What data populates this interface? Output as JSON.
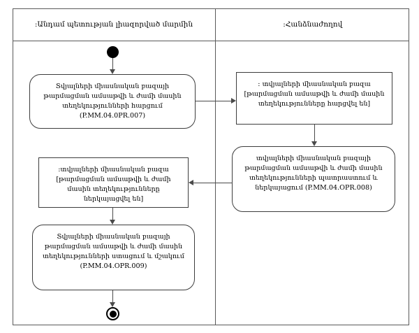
{
  "diagram": {
    "type": "uml-activity-diagram",
    "lanes": [
      {
        "id": "left",
        "title": ":Անդամ պետության լիազորված մարմին"
      },
      {
        "id": "right",
        "title": ":Հանձնաժողով"
      }
    ],
    "nodes": [
      {
        "id": "start",
        "kind": "initial-node",
        "lane": "left",
        "label": ""
      },
      {
        "id": "activity-007",
        "kind": "activity",
        "lane": "left",
        "text": "Տվյալների միասնական բազայի թարմացման ամսաթվի և ժամի մասին տեղեկությունների հարցում (P.MM.04.0PR.007)",
        "code": "P.MM.04.0PR.007"
      },
      {
        "id": "object-requested",
        "kind": "object-node",
        "lane": "right",
        "text": ": տվյալների միասնական բազա [թարմացման ամսաթվի և ժամի մասին տեղեկությունները հարցվել են]"
      },
      {
        "id": "activity-008",
        "kind": "activity",
        "lane": "right",
        "text": "տվյալների միասնական բազայի թարմացման ամսաթվի և ժամի մասին տեղեկությունների պատրաստում և ներկայացում (P.MM.04.OPR.008)",
        "code": "P.MM.04.OPR.008"
      },
      {
        "id": "object-presented",
        "kind": "object-node",
        "lane": "left",
        "text": ":տվյալների միասնական բազա [թարմացման ամսաթվի և ժամի մասին տեղեկությունները ներկայացվել են]"
      },
      {
        "id": "activity-009",
        "kind": "activity",
        "lane": "left",
        "text": "Տվյալների միասնական բազայի թարմացման ամսաթվի և ժամի մասին տեղեկությունների ստացում և մշակում (P.MM.04.OPR.009)",
        "code": "P.MM.04.OPR.009"
      },
      {
        "id": "end",
        "kind": "final-node",
        "lane": "left",
        "label": ""
      }
    ],
    "flows": [
      {
        "from": "start",
        "to": "activity-007",
        "direction": "down"
      },
      {
        "from": "activity-007",
        "to": "object-requested",
        "direction": "right"
      },
      {
        "from": "object-requested",
        "to": "activity-008",
        "direction": "down"
      },
      {
        "from": "activity-008",
        "to": "object-presented",
        "direction": "left"
      },
      {
        "from": "object-presented",
        "to": "activity-009",
        "direction": "down"
      },
      {
        "from": "activity-009",
        "to": "end",
        "direction": "down"
      }
    ],
    "colors": {
      "frame_border": "#5a5a5a",
      "node_border": "#3d3d3d",
      "flow": "#4a4a4a",
      "marker_fill": "#000000",
      "background": "#ffffff"
    }
  }
}
